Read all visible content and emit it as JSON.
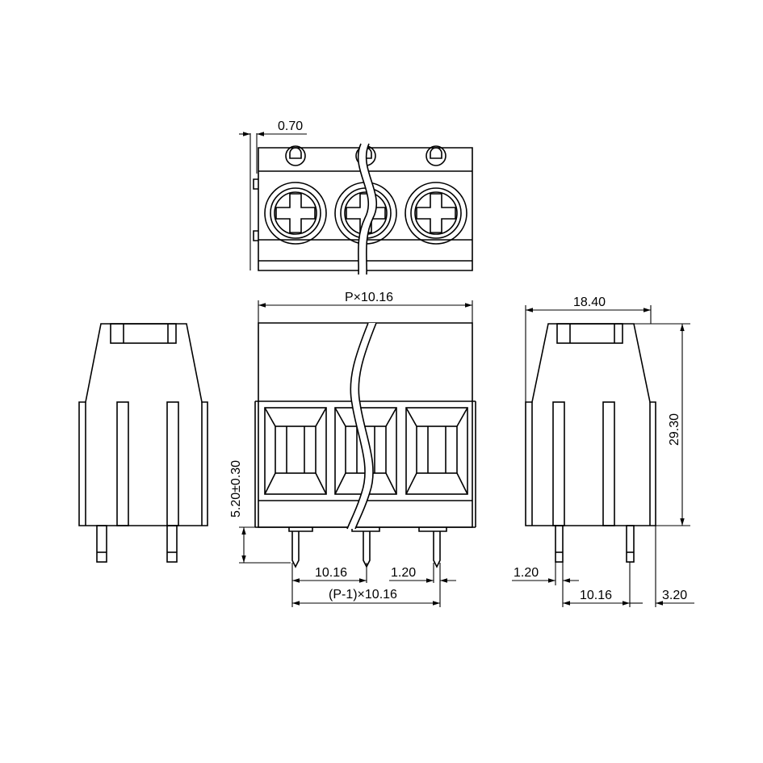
{
  "dimensions": {
    "top_thickness": "0.70",
    "pitch_total": "P×10.16",
    "depth": "18.40",
    "height": "29.30",
    "pin_standoff": "5.20±0.30",
    "pitch_front": "10.16",
    "pin_width_front": "1.20",
    "pin_span": "(P-1)×10.16",
    "pin_width_side": "1.20",
    "pin_row_spacing": "10.16",
    "pin_offset": "3.20"
  },
  "colors": {
    "line": "#000000",
    "background": "#ffffff"
  }
}
